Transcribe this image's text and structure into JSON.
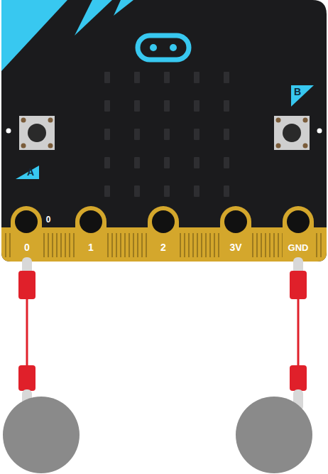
{
  "diagram": {
    "labels": [
      "B",
      "A",
      "0",
      "0",
      "1",
      "2",
      "3V",
      "GND"
    ]
  }
}
